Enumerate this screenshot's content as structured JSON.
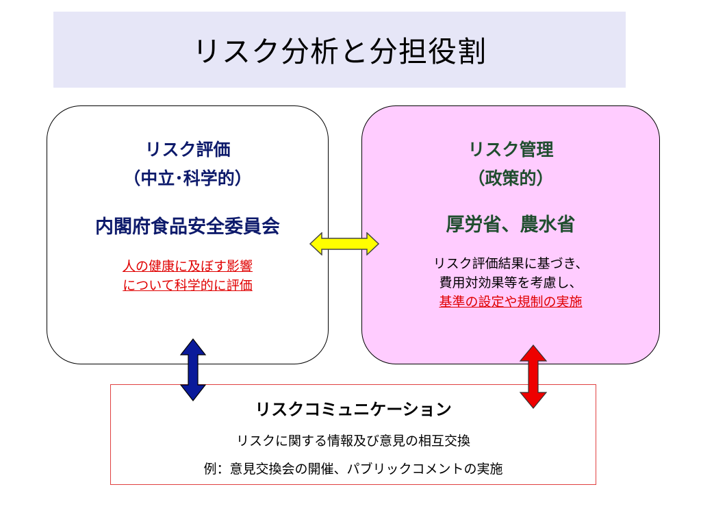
{
  "title": "リスク分析と分担役割",
  "left_box": {
    "heading_line1": "リスク評価",
    "heading_line2": "（中立･科学的）",
    "organization": "内閣府食品安全委員会",
    "description_line1": "人の健康に及ぼす影響",
    "description_line2": "について科学的に評価"
  },
  "right_box": {
    "heading_line1": "リスク管理",
    "heading_line2": "（政策的）",
    "organization": "厚労省、農水省",
    "description_line1": "リスク評価結果に基づき、",
    "description_line2": "費用対効果等を考慮し、",
    "description_line3": "基準の設定や規制の実施"
  },
  "communication_box": {
    "title": "リスクコミュニケーション",
    "line1": "リスクに関する情報及び意見の相互交換",
    "line2": "例：意見交換会の開催、パブリックコメントの実施"
  },
  "colors": {
    "title_band": "#e6e6f7",
    "right_box_fill": "#ffccff",
    "left_heading": "#0d1a6b",
    "right_heading": "#1f4d2e",
    "emphasis_red": "#e00000",
    "arrow_yellow": "#ffff00",
    "arrow_blue": "#0a1a9a",
    "arrow_red": "#ee0000"
  }
}
